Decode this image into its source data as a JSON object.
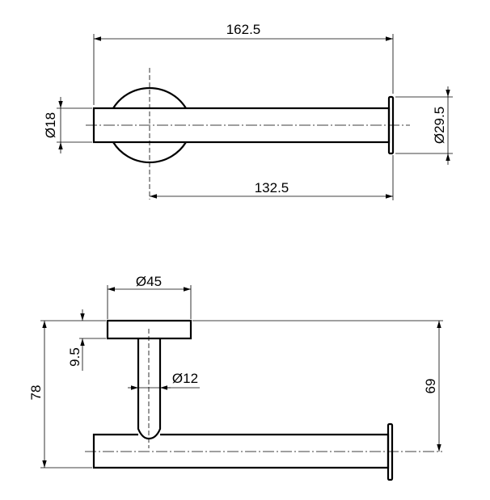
{
  "top_view": {
    "overall_length": "162.5",
    "arm_length": "132.5",
    "bar_diameter": "Ø18",
    "end_cap_diameter": "Ø29.5"
  },
  "side_view": {
    "base_diameter": "Ø45",
    "base_thickness": "9.5",
    "stem_diameter": "Ø12",
    "overall_height": "78",
    "axis_height": "69"
  },
  "colors": {
    "line": "#000000",
    "background": "#ffffff"
  }
}
